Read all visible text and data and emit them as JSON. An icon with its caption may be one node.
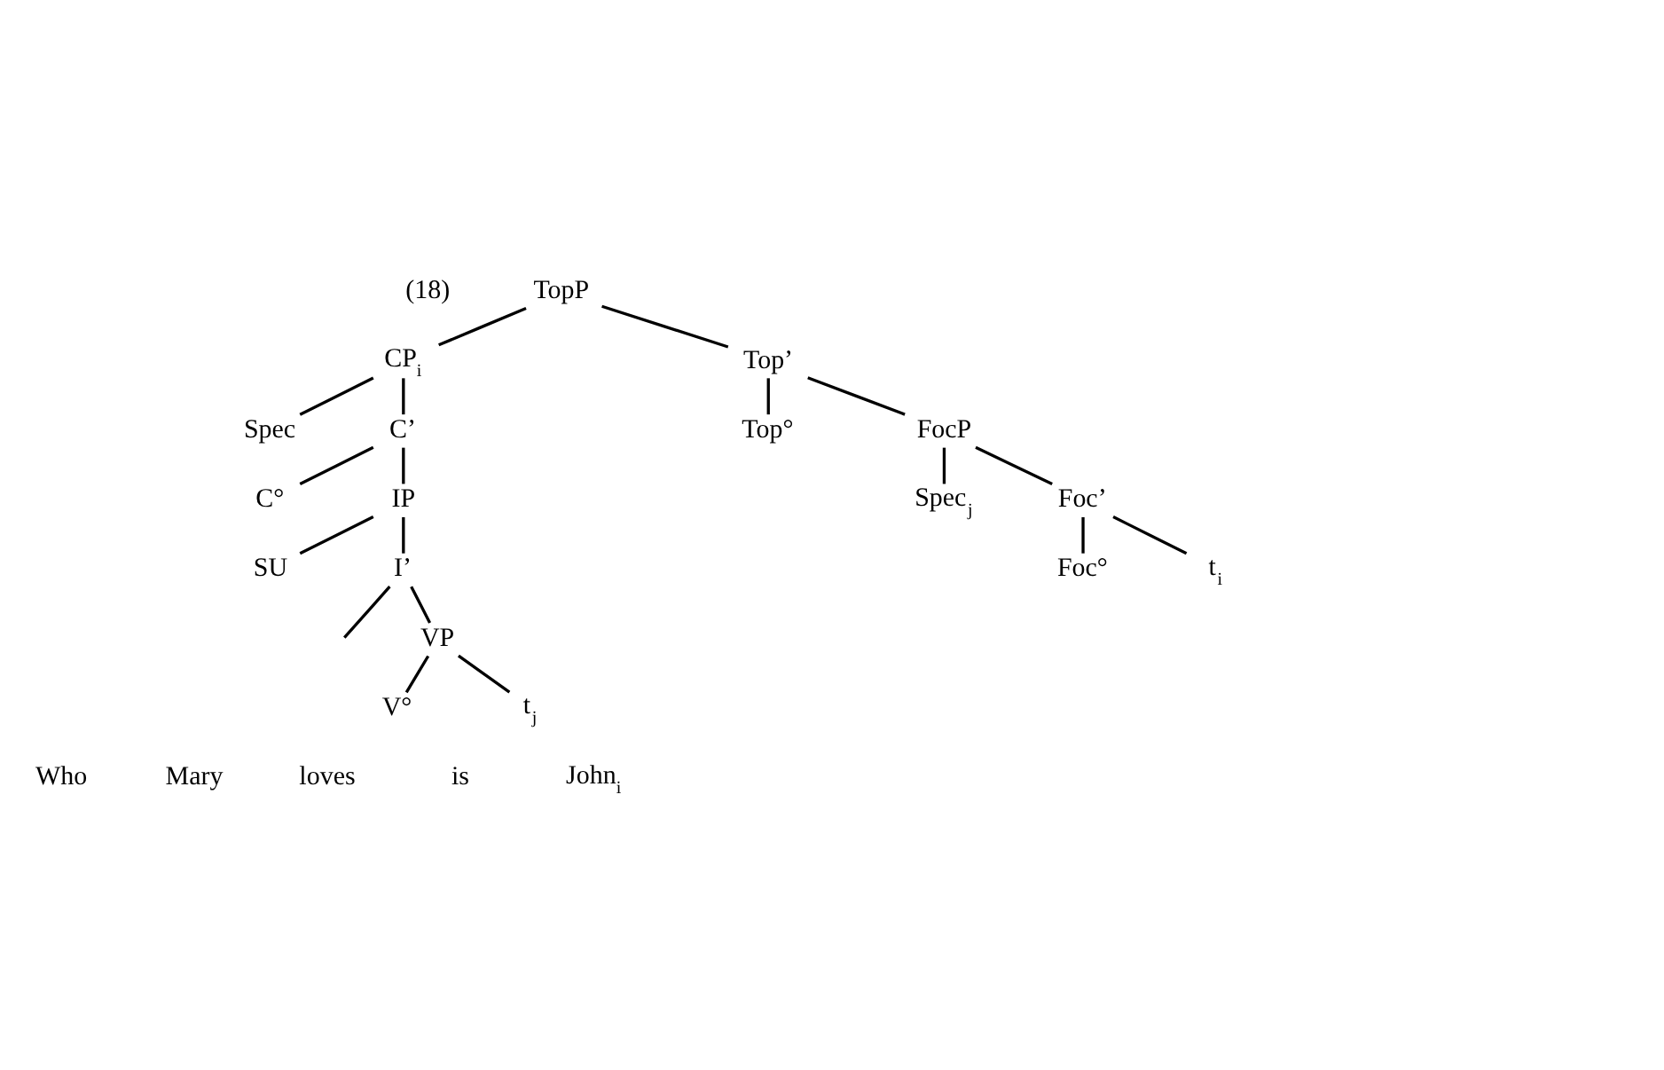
{
  "diagram": {
    "nodes": [
      {
        "text": [
          "TopP"
        ]
      },
      {
        "text": [
          "CP$_{i}$"
        ]
      },
      {
        "text": [
          "Top’"
        ]
      },
      {
        "text": [
          "Spec"
        ]
      },
      {
        "text": [
          "C’"
        ]
      },
      {
        "text": [
          "Top°"
        ]
      },
      {
        "text": [
          "FocP"
        ]
      },
      {
        "text": [
          "C°"
        ]
      },
      {
        "text": [
          "IP"
        ]
      },
      {
        "text": [
          "Spec$_{j}$"
        ]
      },
      {
        "text": [
          "Foc’"
        ]
      },
      {
        "text": [
          "SU"
        ]
      },
      {
        "text": [
          "I’"
        ]
      },
      {
        "text": [
          "Foc°"
        ]
      },
      {
        "text": [
          "t$_{i}$"
        ]
      },
      {
        "text": [
          "VP"
        ]
      },
      {
        "text": [
          "V°"
        ]
      },
      {
        "text": [
          "t$_{j}$"
        ]
      }
    ],
    "edges": [
      {
        "from": 0,
        "to": 1,
        "arrow": "none"
      },
      {
        "from": 0,
        "to": 2,
        "arrow": "none"
      },
      {
        "from": 1,
        "to": 3,
        "arrow": "none"
      },
      {
        "from": 1,
        "to": 4,
        "arrow": "none"
      },
      {
        "from": 2,
        "to": 5,
        "arrow": "none"
      },
      {
        "from": 2,
        "to": 6,
        "arrow": "none"
      },
      {
        "from": 4,
        "to": 7,
        "arrow": "none"
      },
      {
        "from": 4,
        "to": 8,
        "arrow": "none"
      },
      {
        "from": 6,
        "to": 9,
        "arrow": "none"
      },
      {
        "from": 6,
        "to": 10,
        "arrow": "none"
      },
      {
        "from": 8,
        "to": 11,
        "arrow": "none"
      },
      {
        "from": 8,
        "to": 12,
        "arrow": "none"
      },
      {
        "from": 10,
        "to": 13,
        "arrow": "none"
      },
      {
        "from": 10,
        "to": 14,
        "arrow": "none"
      },
      {
        "from": 12,
        "to": null,
        "arrow": "none"
      },
      {
        "from": 12,
        "to": 15,
        "arrow": "none"
      },
      {
        "from": 15,
        "to": 16,
        "arrow": "none"
      },
      {
        "from": 15,
        "to": 17,
        "arrow": "none"
      }
    ],
    "labels": [
      "(18)",
      "Who",
      "Mary",
      "loves",
      "is",
      "John$_{i}$"
    ]
  }
}
